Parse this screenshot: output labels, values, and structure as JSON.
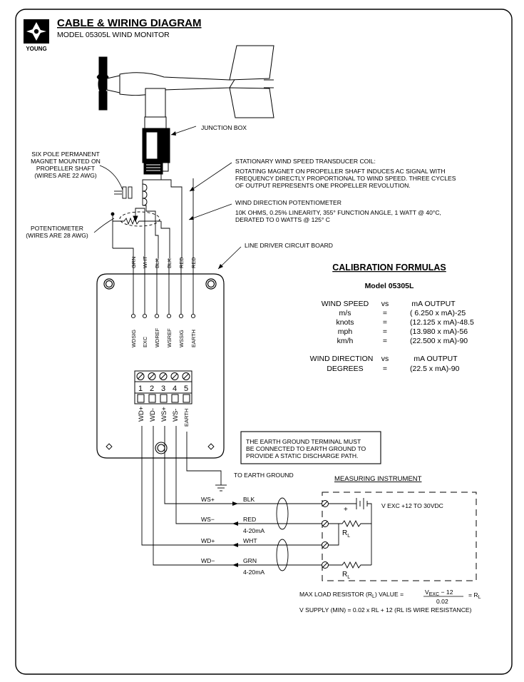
{
  "header": {
    "title": "CABLE & WIRING DIAGRAM",
    "model": "MODEL 05305L  WIND MONITOR",
    "logo_text": "YOUNG"
  },
  "callouts": {
    "junction_box": "JUNCTION BOX",
    "magnet": [
      "SIX POLE PERMANENT",
      "MAGNET MOUNTED ON",
      "PROPELLER SHAFT",
      "(WIRES ARE 22 AWG)"
    ],
    "potentiometer": [
      "POTENTIOMETER",
      "(WIRES ARE 28 AWG)"
    ],
    "coil_title": "STATIONARY WIND SPEED TRANSDUCER COIL:",
    "coil_desc": [
      "ROTATING MAGNET ON PROPELLER SHAFT INDUCES AC SIGNAL WITH",
      "FREQUENCY DIRECTLY PROPORTIONAL TO WIND SPEED.  THREE CYCLES",
      "OF OUTPUT REPRESENTS ONE PROPELLER REVOLUTION."
    ],
    "pot_title": "WIND DIRECTION POTENTIOMETER",
    "pot_desc": [
      "10K OHMS, 0.25% LINEARITY, 355° FUNCTION ANGLE, 1 WATT @ 40°C,",
      "DERATED TO 0 WATTS @ 125° C"
    ],
    "board": "LINE DRIVER CIRCUIT BOARD"
  },
  "board": {
    "wire_colors": [
      "GRN",
      "WHT",
      "BLK",
      "BLK",
      "RED",
      "RED"
    ],
    "signals": [
      "WDSIG",
      "EXC",
      "WDREF",
      "WSREF",
      "WSSIG",
      "EARTH"
    ],
    "terminal_numbers": [
      "1",
      "2",
      "3",
      "4",
      "5"
    ],
    "terminal_labels": [
      "WD+",
      "WD-",
      "WS+",
      "WS-",
      "EARTH"
    ]
  },
  "calibration": {
    "title": "CALIBRATION FORMULAS",
    "model": "Model 05305L",
    "speed_header": [
      "WIND SPEED",
      "vs",
      "mA OUTPUT"
    ],
    "speed_rows": [
      [
        "m/s",
        "=",
        "( 6.250 x mA)-25"
      ],
      [
        "knots",
        "=",
        "(12.125 x mA)-48.5"
      ],
      [
        "mph",
        "=",
        "(13.980 x mA)-56"
      ],
      [
        "km/h",
        "=",
        "(22.500 x mA)-90"
      ]
    ],
    "dir_header": [
      "WIND DIRECTION",
      "vs",
      "mA OUTPUT"
    ],
    "dir_rows": [
      [
        "DEGREES",
        "=",
        "(22.5 x mA)-90"
      ]
    ]
  },
  "earth_note": [
    "THE EARTH GROUND TERMINAL MUST",
    "BE CONNECTED TO EARTH GROUND TO",
    "PROVIDE A STATIC DISCHARGE PATH."
  ],
  "to_earth": "TO EARTH GROUND",
  "measuring": {
    "title": "MEASURING INSTRUMENT",
    "vexc": "V EXC +12 TO 30VDC",
    "rl": "R",
    "rl_sub": "L",
    "plus": "+",
    "lines": [
      {
        "label": "WS+",
        "color": "BLK",
        "note": ""
      },
      {
        "label": "WS−",
        "color": "RED",
        "note": "4-20mA"
      },
      {
        "label": "WD+",
        "color": "WHT",
        "note": ""
      },
      {
        "label": "WD−",
        "color": "GRN",
        "note": "4-20mA"
      }
    ]
  },
  "formulas": {
    "max_load_prefix": "MAX LOAD RESISTOR (R",
    "max_load_sub": "L",
    "max_load_mid": ") VALUE =",
    "numerator": "V",
    "numerator_sub": "EXC",
    "numerator_tail": " − 12",
    "denominator": "0.02",
    "result": "= R",
    "result_sub": "L",
    "supply": "V SUPPLY (MIN) = 0.02 x RL + 12 (RL IS WIRE RESISTANCE)"
  }
}
